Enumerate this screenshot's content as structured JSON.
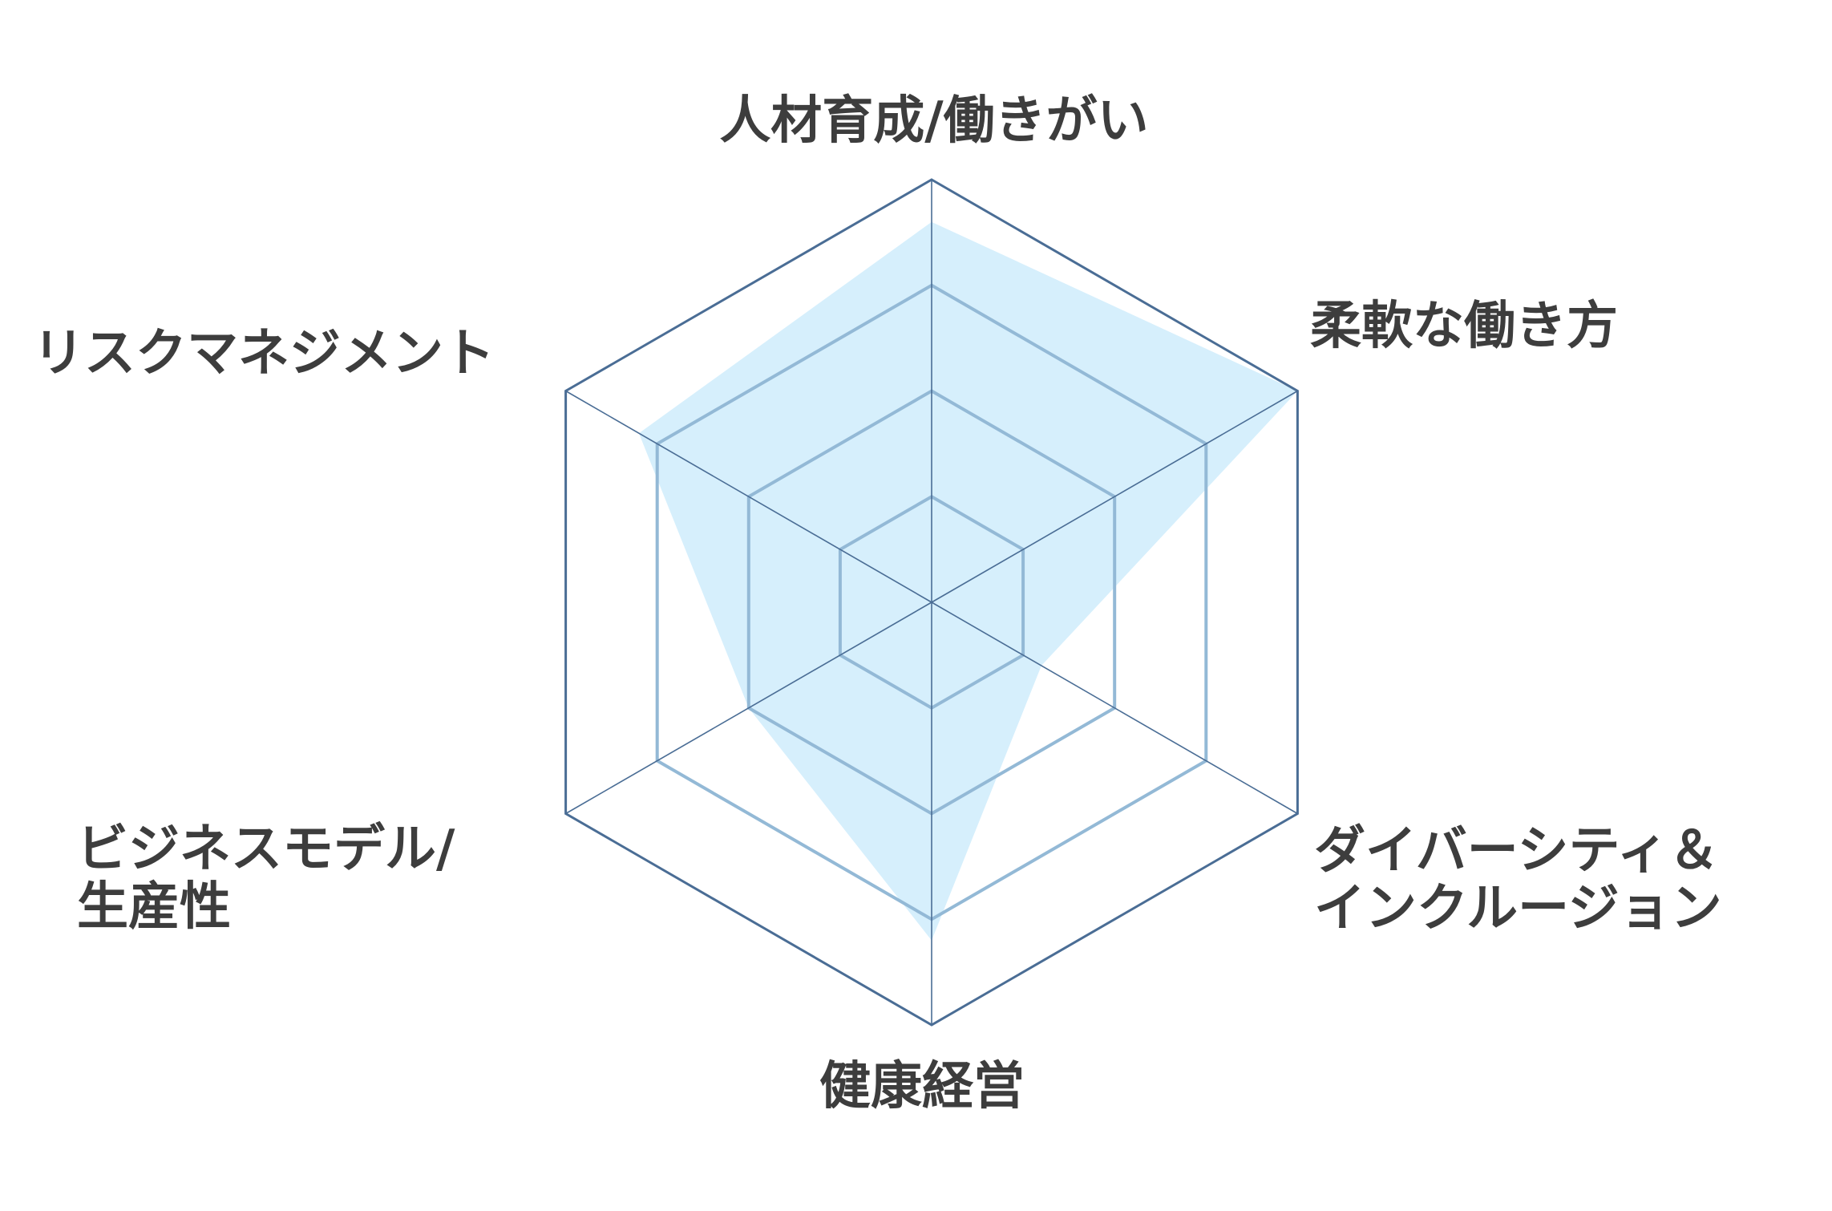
{
  "chart_data": {
    "type": "radar",
    "title": "",
    "axes": [
      {
        "label_lines": [
          "人材育成/働きがい"
        ]
      },
      {
        "label_lines": [
          "柔軟な働き方"
        ]
      },
      {
        "label_lines": [
          "ダイバーシティ＆",
          "インクルージョン"
        ]
      },
      {
        "label_lines": [
          "健康経営"
        ]
      },
      {
        "label_lines": [
          "ビジネスモデル/",
          "生産性"
        ]
      },
      {
        "label_lines": [
          "リスクマネジメント"
        ]
      }
    ],
    "range": [
      0,
      1
    ],
    "grid_levels": 4,
    "series": [
      {
        "name": "",
        "values": [
          0.9,
          1.0,
          0.3,
          0.8,
          0.5,
          0.8
        ]
      }
    ],
    "colors": {
      "fill": "#d6effc",
      "outer_grid": "#4a6d95",
      "inner_grid": "#93b9d6",
      "axis": "#4a6d95",
      "text": "#3d3d3d"
    }
  }
}
